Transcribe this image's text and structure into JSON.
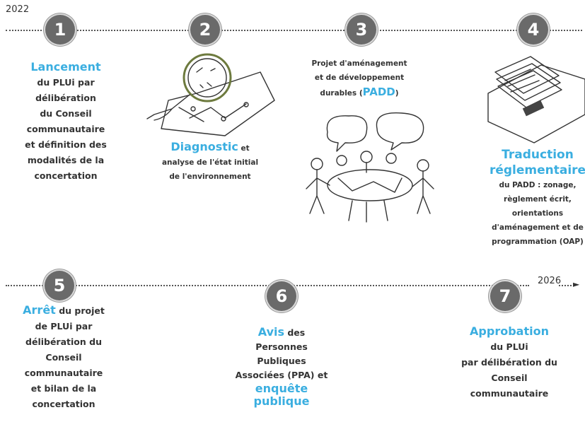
{
  "timeline": {
    "start_year": "2022",
    "end_year": "2026"
  },
  "steps": [
    {
      "number": "1",
      "title": "Lancement",
      "lines": [
        "du PLUi par",
        "délibération",
        "du Conseil",
        "communautaire",
        "et définition des",
        "modalités de la",
        "concertation"
      ]
    },
    {
      "number": "2",
      "title": "Diagnostic",
      "title_suffix": "et",
      "lines": [
        "analyse de l'état initial",
        "de l'environnement"
      ]
    },
    {
      "number": "3",
      "lines": [
        "Projet d'aménagement",
        "et de développement"
      ],
      "last_prefix": "durables (",
      "highlight": "PADD",
      "last_suffix": ")"
    },
    {
      "number": "4",
      "title_lines": [
        "Traduction",
        "réglementaire"
      ],
      "lines": [
        "du PADD : zonage,",
        "règlement écrit,",
        "orientations",
        "d'aménagement et de",
        "programmation (OAP)"
      ]
    },
    {
      "number": "5",
      "title": "Arrêt",
      "title_suffix": "du projet",
      "lines": [
        "de PLUi par",
        "délibération du",
        "Conseil",
        "communautaire",
        "et bilan de la",
        "concertation"
      ]
    },
    {
      "number": "6",
      "title": "Avis",
      "title_suffix": "des",
      "lines": [
        "Personnes",
        "Publiques",
        "Associées (PPA) et"
      ],
      "title2_lines": [
        "enquête",
        "publique"
      ]
    },
    {
      "number": "7",
      "title": "Approbation",
      "lines": [
        "du PLUi",
        "par délibération du",
        "Conseil",
        "communautaire"
      ]
    }
  ],
  "icons": [
    "magnifier-map-icon",
    "people-discussion-icon",
    "documents-stack-icon"
  ],
  "colors": {
    "accent": "#3aaee0",
    "circle": "#6a6a6a"
  }
}
